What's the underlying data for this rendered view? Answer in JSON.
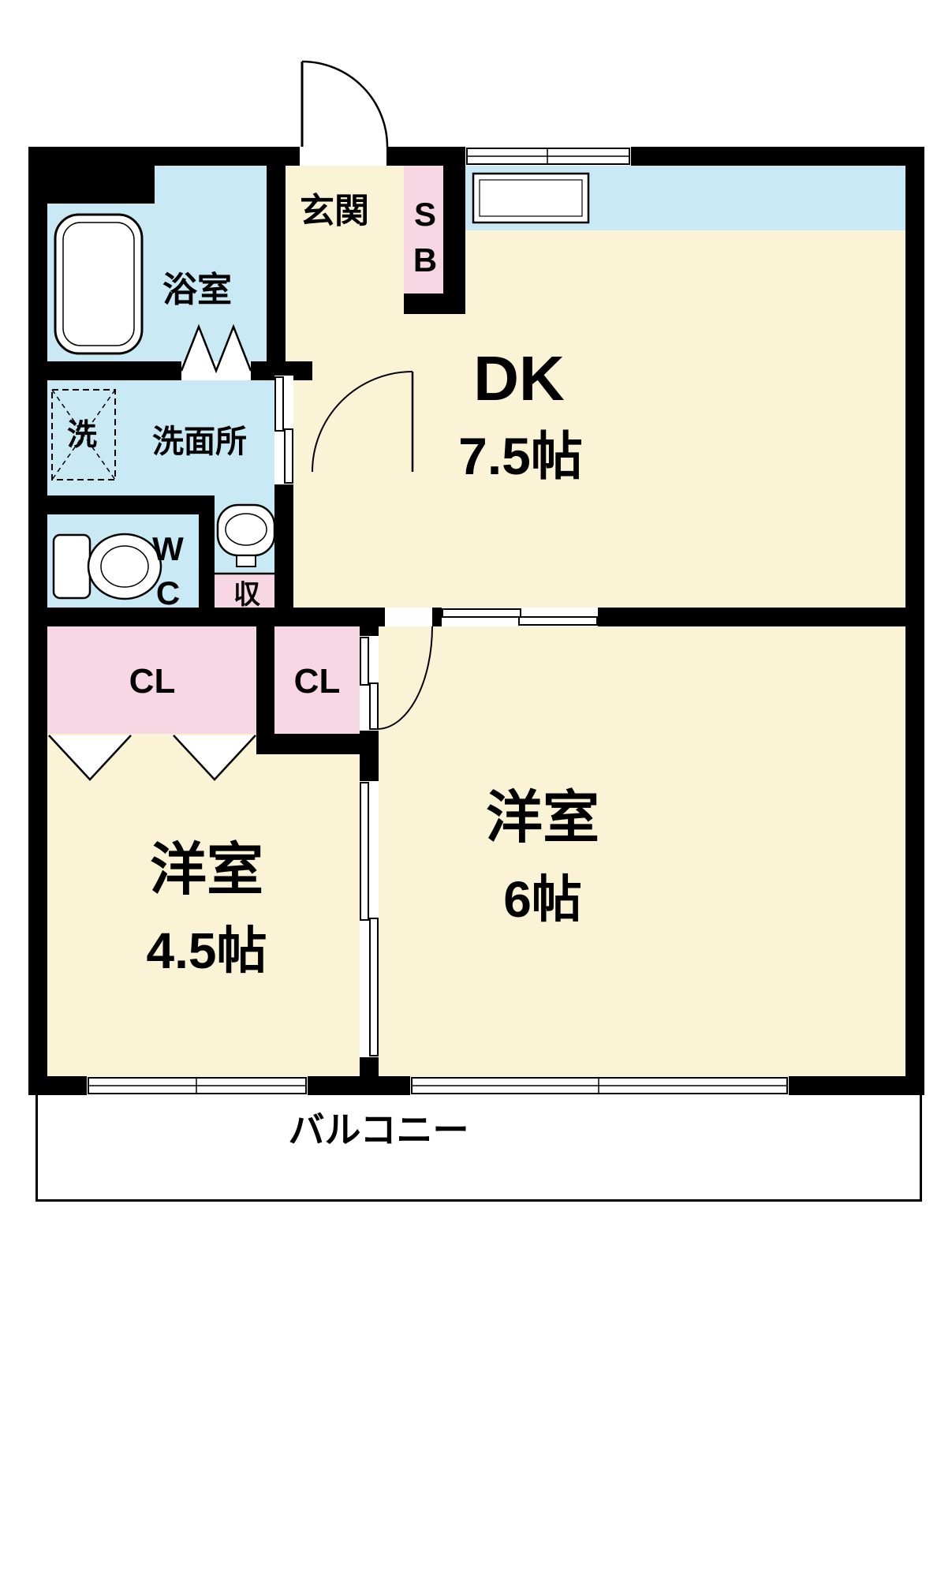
{
  "floorplan": {
    "colors": {
      "room_cream": "#fbf3d6",
      "wet_area_blue": "#c9e9f4",
      "closet_pink": "#f8d7e4",
      "wall_black": "#000000",
      "balcony_white": "#ffffff"
    },
    "labels": {
      "entrance": "玄関",
      "shoebox_line1": "S",
      "shoebox_line2": "B",
      "bathroom": "浴室",
      "washing_machine": "洗",
      "washroom": "洗面所",
      "wc_line1": "W",
      "wc_line2": "C",
      "storage": "収",
      "dk_name": "DK",
      "dk_size": "7.5帖",
      "closet_left": "CL",
      "closet_right": "CL",
      "room_small_name": "洋室",
      "room_small_size": "4.5帖",
      "room_large_name": "洋室",
      "room_large_size": "6帖",
      "balcony": "バルコニー"
    }
  }
}
